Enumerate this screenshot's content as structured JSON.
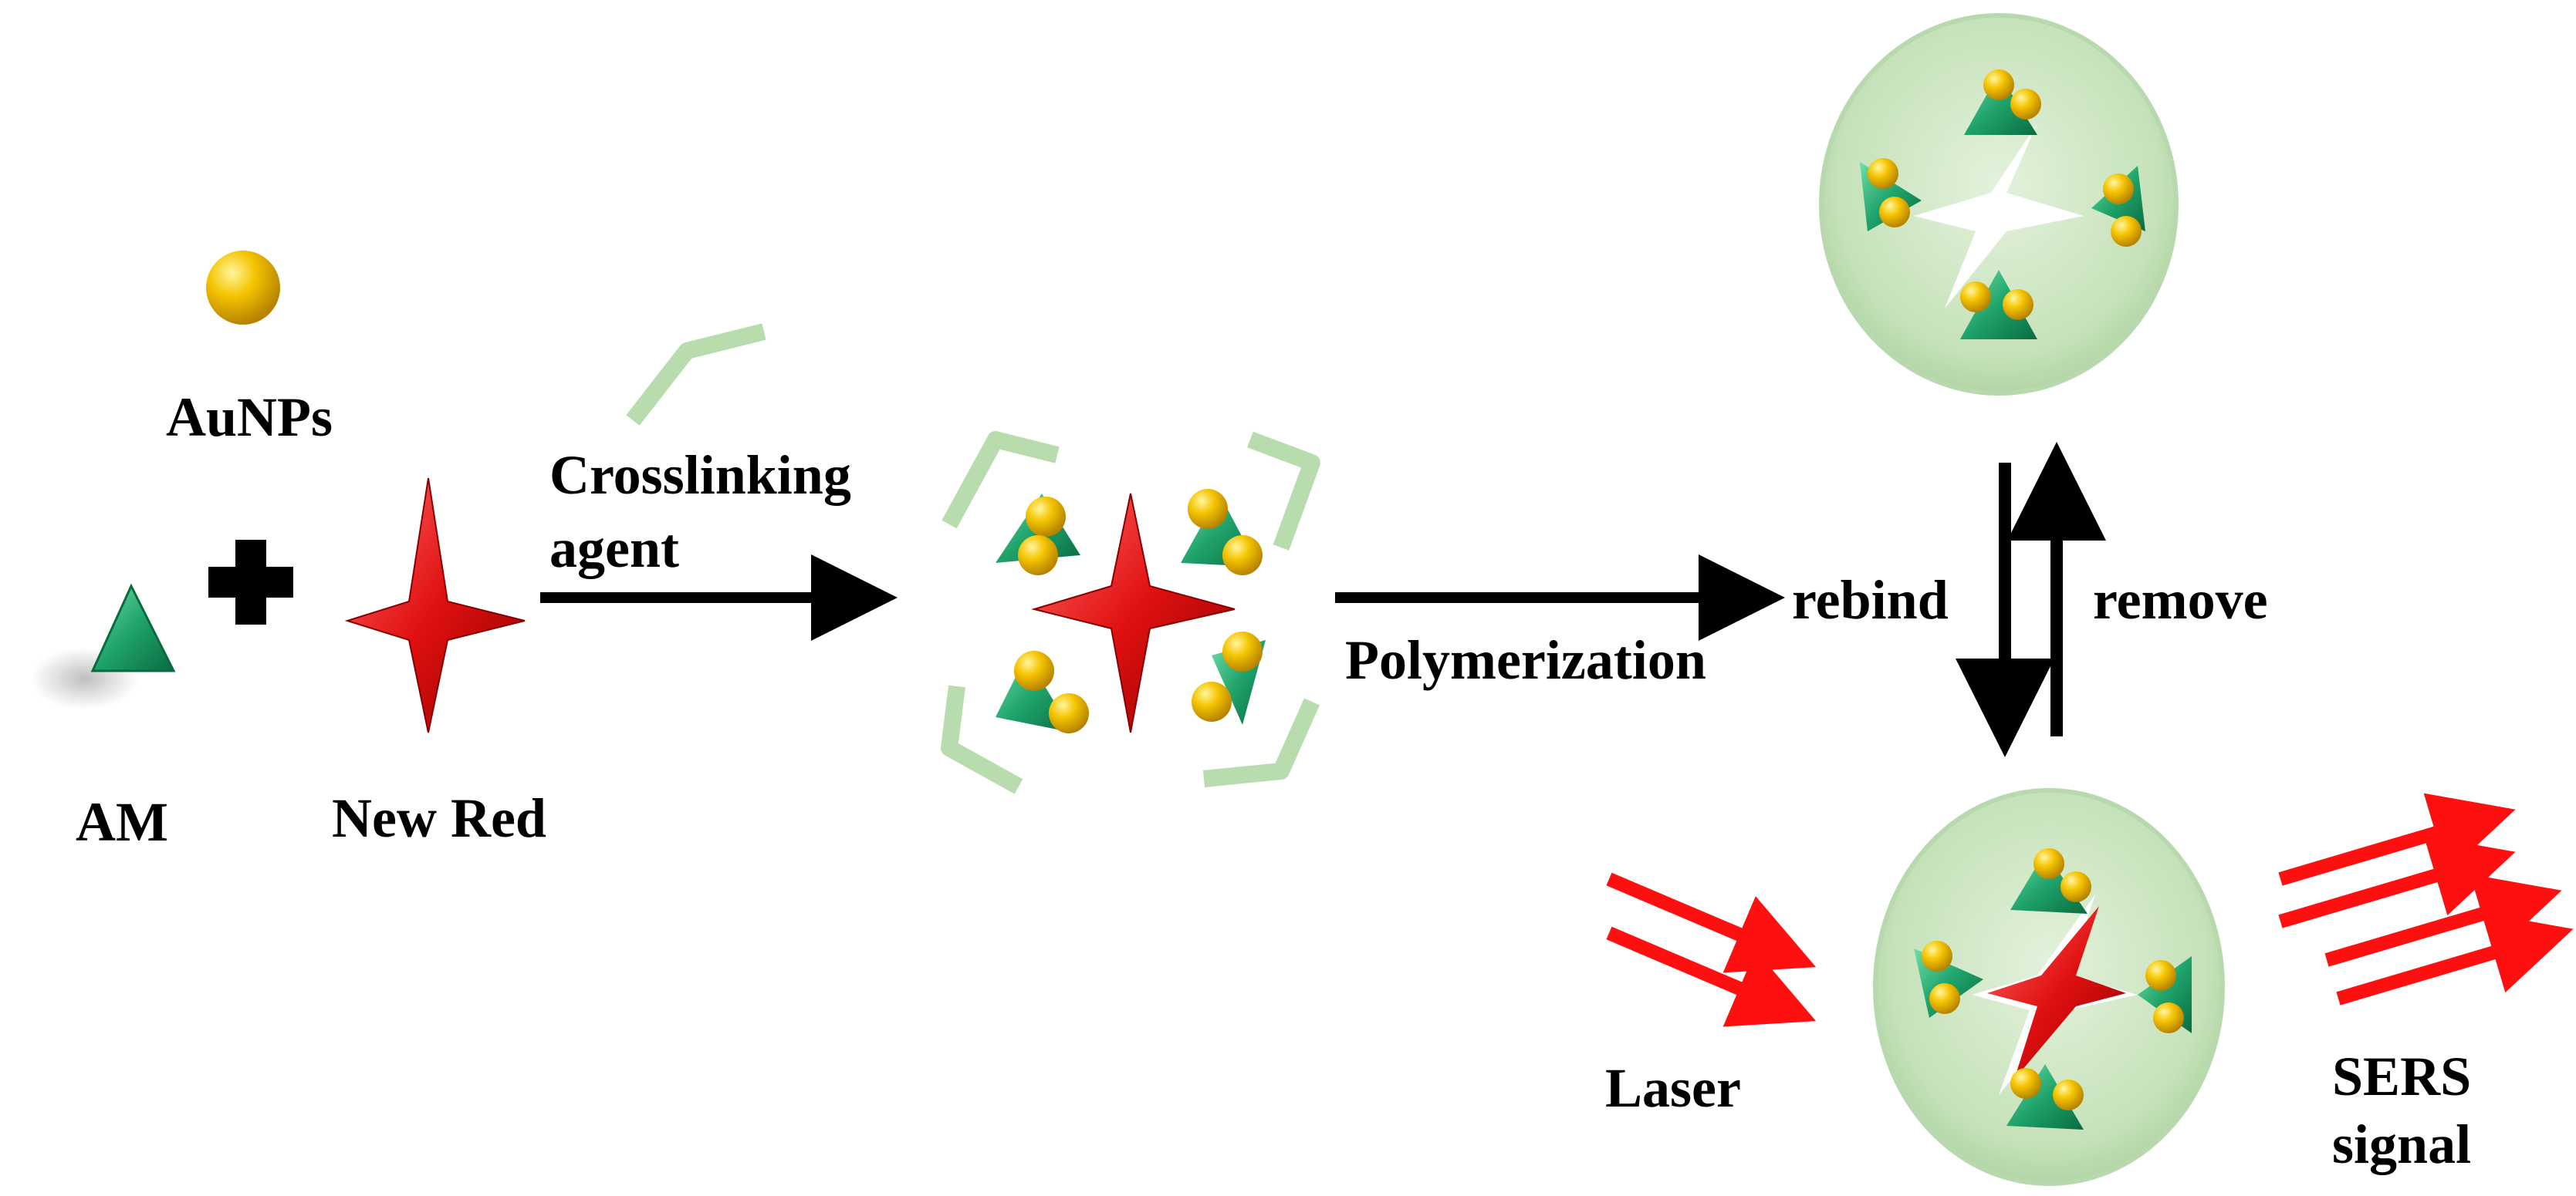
{
  "labels": {
    "aunps": "AuNPs",
    "am": "AM",
    "new_red": "New Red",
    "crosslinking": "Crosslinking",
    "agent": "agent",
    "polymerization": "Polymerization",
    "rebind": "rebind",
    "remove": "remove",
    "laser": "Laser",
    "sers": "SERS",
    "signal": "signal"
  },
  "colors": {
    "gold": "#f5c400",
    "green": "#1fa36b",
    "red": "#e01010",
    "polymer": "#c9e4bf",
    "laser": "#ff1010",
    "arrow": "#000000"
  },
  "icons": [
    "gold-nanoparticle-icon",
    "monomer-triangle-icon",
    "template-star-icon",
    "crosslinker-icon",
    "polymer-disc-icon",
    "laser-beam-icon"
  ]
}
